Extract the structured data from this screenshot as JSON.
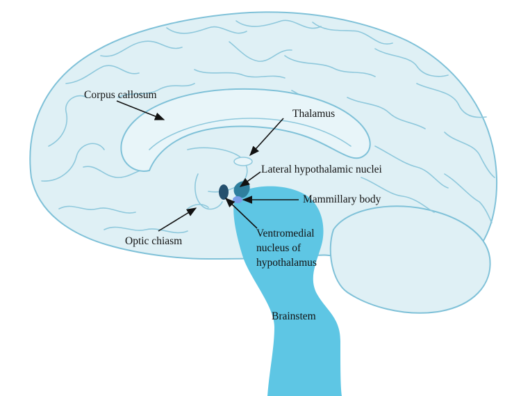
{
  "diagram": {
    "labels": {
      "corpus_callosum": "Corpus callosum",
      "thalamus": "Thalamus",
      "lateral_hypothalamic_nuclei": "Lateral hypothalamic nuclei",
      "mammillary_body": "Mammillary body",
      "optic_chiasm": "Optic chiasm",
      "ventromedial_line1": "Ventromedial",
      "ventromedial_line2": "nucleus of",
      "ventromedial_line3": "hypothalamus",
      "brainstem": "Brainstem"
    },
    "colors": {
      "brain_fill": "#dff0f5",
      "outline": "#7fc1d8",
      "brainstem_fill": "#5ec6e4",
      "lateral_nuclei": "#2f7f9e",
      "ventromedial_nucleus": "#24506e",
      "mammillary_body": "#7a9ee8"
    }
  }
}
